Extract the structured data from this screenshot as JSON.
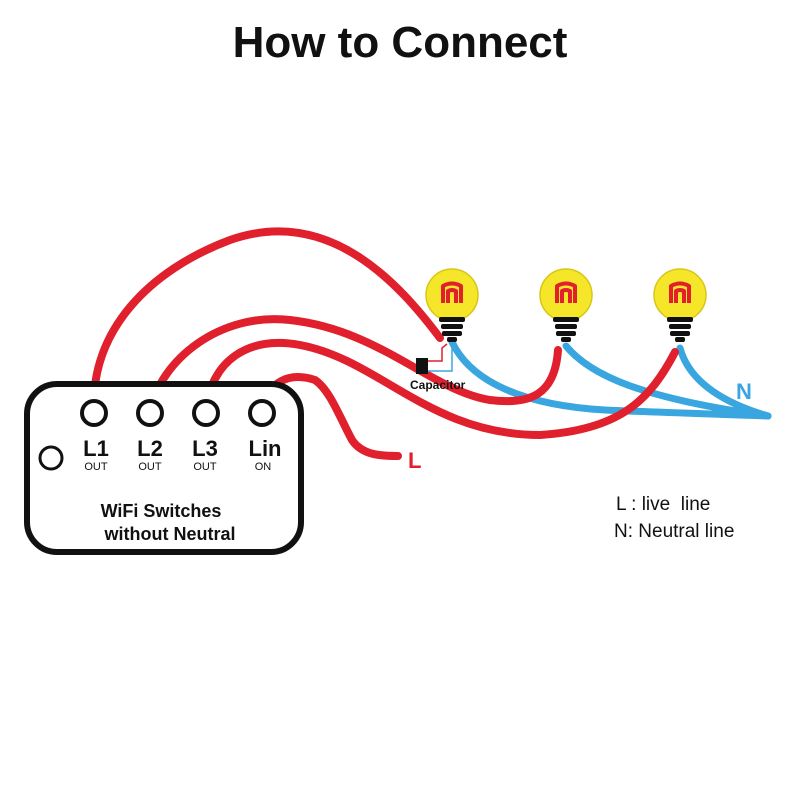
{
  "title": "How to Connect",
  "device": {
    "label_line1": "WiFi Switches",
    "label_line2": "without Neutral",
    "terminals": [
      {
        "name": "L1",
        "sub": "OUT"
      },
      {
        "name": "L2",
        "sub": "OUT"
      },
      {
        "name": "L3",
        "sub": "OUT"
      },
      {
        "name": "Lin",
        "sub": "ON"
      }
    ]
  },
  "capacitor_label": "Capacitor",
  "wire_labels": {
    "neutral": "N",
    "live": "L"
  },
  "legend": {
    "live": "L : live  line",
    "neutral": "N: Neutral line"
  },
  "colors": {
    "live_wire": "#e0202c",
    "neutral_wire": "#3aa6df",
    "bulb_glass": "#f6e62a",
    "bulb_filament": "#e0202c",
    "outline": "#111111"
  },
  "icons": [
    "bulb-icon",
    "capacitor-icon",
    "indicator-led-icon"
  ]
}
